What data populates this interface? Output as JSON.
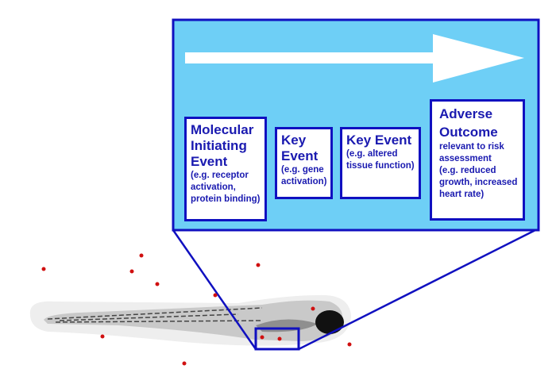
{
  "colors": {
    "panel": "#6ecff6",
    "border": "#1010c0",
    "text": "#1a1ab0",
    "dots": "#d01010"
  },
  "icons": {
    "arrow": "white-right-arrow"
  },
  "boxes": [
    {
      "title": "Molecular Initiating Event",
      "subtitle": "",
      "detail": "(e.g. receptor activation, protein binding)"
    },
    {
      "title": "Key Event",
      "subtitle": "",
      "detail": "(e.g. gene activation)"
    },
    {
      "title": "Key Event",
      "subtitle": "",
      "detail": "(e.g. altered tissue function)"
    },
    {
      "title": "Adverse Outcome",
      "subtitle": "relevant to risk assessment",
      "detail": "(e.g. reduced growth, increased heart rate)"
    }
  ]
}
